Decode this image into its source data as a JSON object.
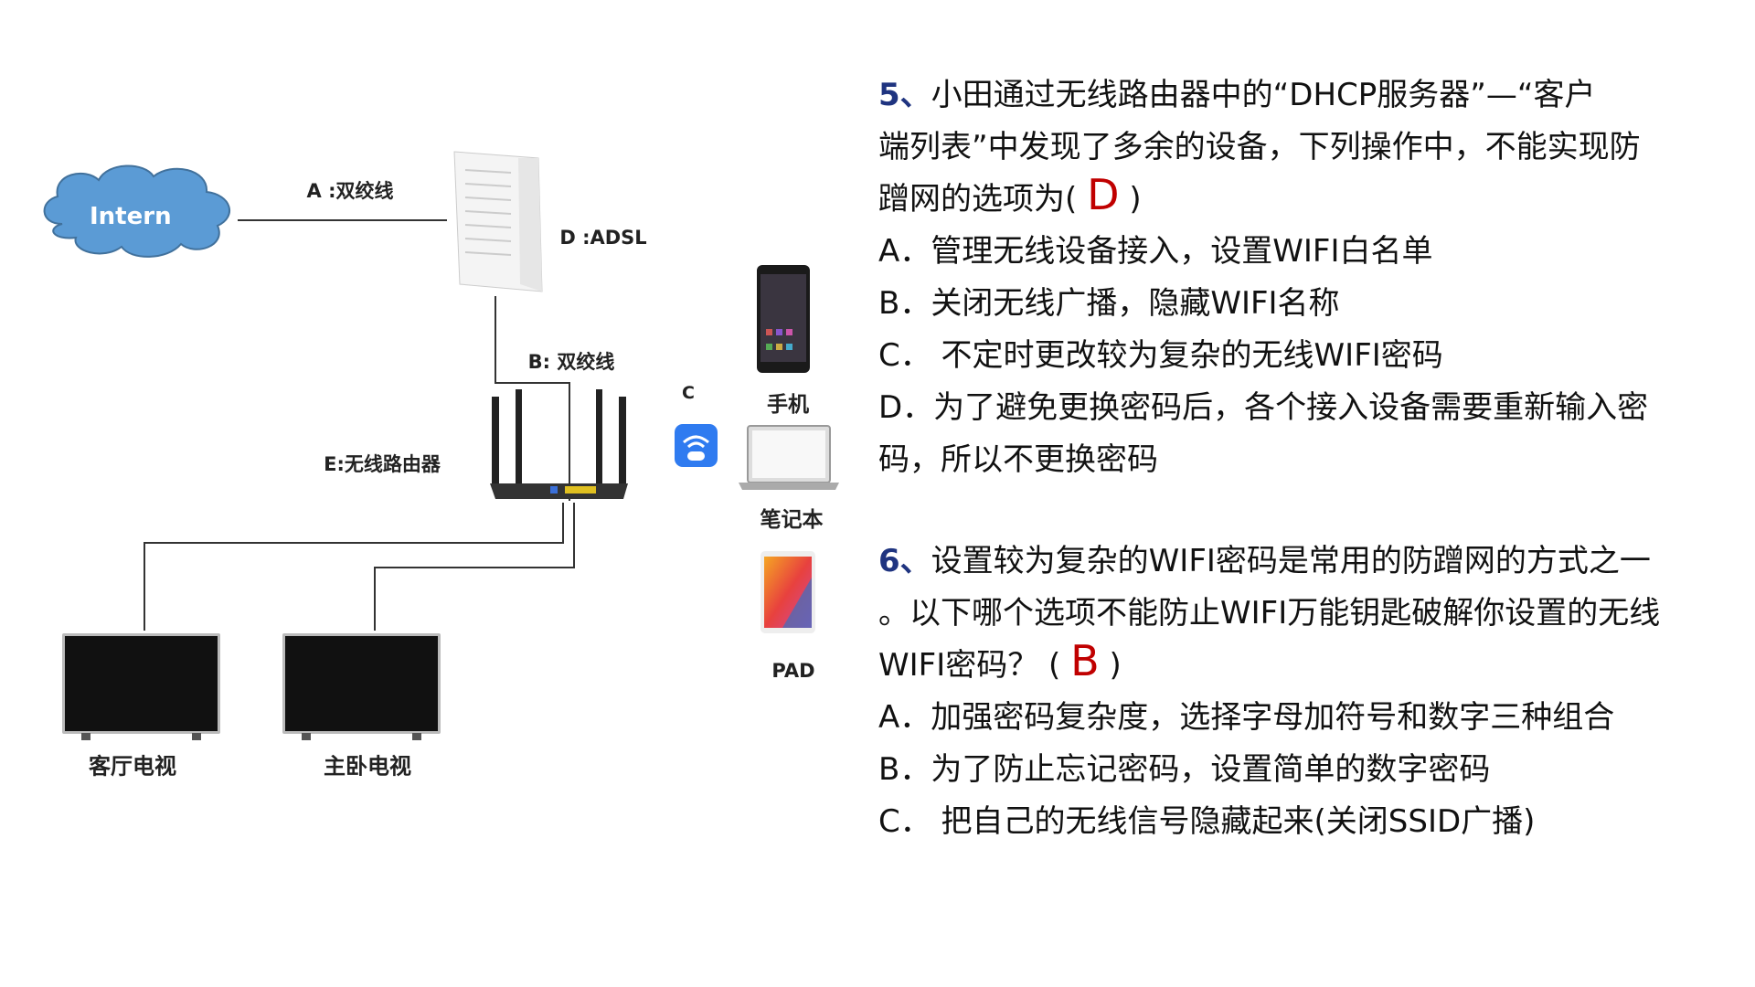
{
  "diagram": {
    "cloud_label": "Intern",
    "cable_a_label": "A :双绞线",
    "modem_label": "D :ADSL",
    "cable_b_label": "B:   双绞线",
    "router_label": "E:无线路由器",
    "wireless_label": "C",
    "phone_label": "手机",
    "laptop_label": "笔记本",
    "pad_label": "PAD",
    "tv1_label": "客厅电视",
    "tv2_label": "主卧电视"
  },
  "questions": [
    {
      "number": "5、",
      "lines": [
        "小田通过无线路由器中的“DHCP服务器”—“客户",
        "端列表”中发现了多余的设备，下列操作中，不能实现防",
        "蹭网的选项为("
      ],
      "answer": "D",
      "after_answer": ")",
      "options": [
        "A．管理无线设备接入，设置WIFI白名单",
        "B．关闭无线广播，隐藏WIFI名称",
        "C．  不定时更改较为复杂的无线WIFI密码",
        "D．为了避免更换密码后，各个接入设备需要重新输入密",
        "码，所以不更换密码"
      ]
    },
    {
      "number": "6、",
      "lines": [
        "设置较为复杂的WIFI密码是常用的防蹭网的方式之一",
        "。以下哪个选项不能防止WIFI万能钥匙破解你设置的无线",
        "WIFI密码？  ("
      ],
      "answer": "B",
      "after_answer": ")",
      "options": [
        "A．加强密码复杂度，选择字母加符号和数字三种组合",
        "B．为了防止忘记密码，设置简单的数字密码",
        "C．  把自己的无线信号隐藏起来(关闭SSID广播)"
      ]
    }
  ],
  "colors": {
    "number": "#1f3480",
    "answer": "#c00000",
    "cloud": "#5b9bd5"
  }
}
